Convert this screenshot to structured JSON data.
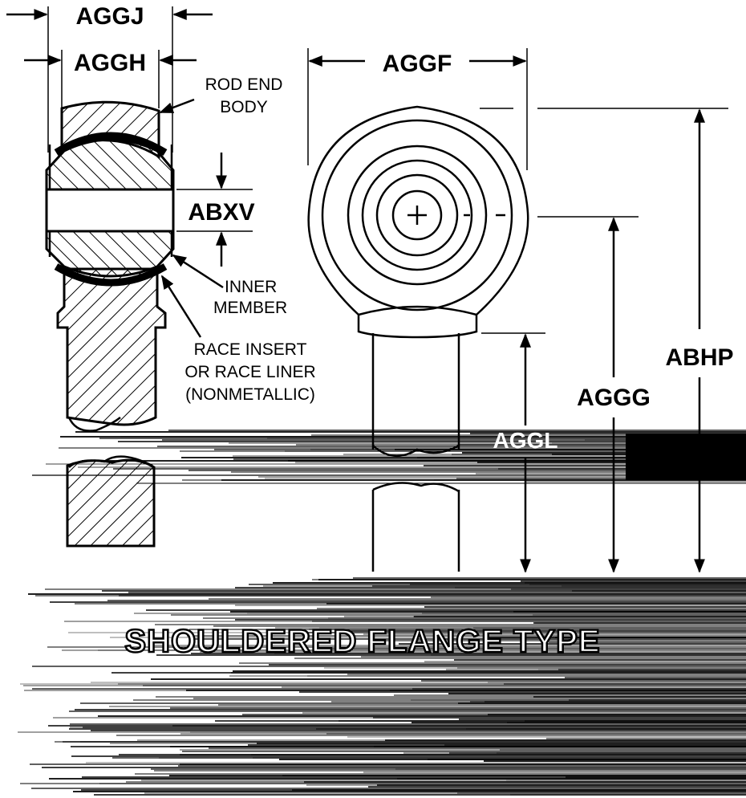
{
  "dimensions": {
    "aggj": "AGGJ",
    "aggh": "AGGH",
    "aggf": "AGGF",
    "abxv": "ABXV",
    "abhp": "ABHP",
    "aggg": "AGGG",
    "aggl": "AGGL"
  },
  "callouts": {
    "rod_end_body": [
      "ROD END",
      "BODY"
    ],
    "inner_member": [
      "INNER",
      "MEMBER"
    ],
    "race_insert": [
      "RACE INSERT",
      "OR RACE LINER",
      "(NONMETALLIC)"
    ]
  },
  "caption": "SHOULDERED FLANGE TYPE",
  "colors": {
    "ink": "#000000",
    "paper": "#ffffff"
  }
}
